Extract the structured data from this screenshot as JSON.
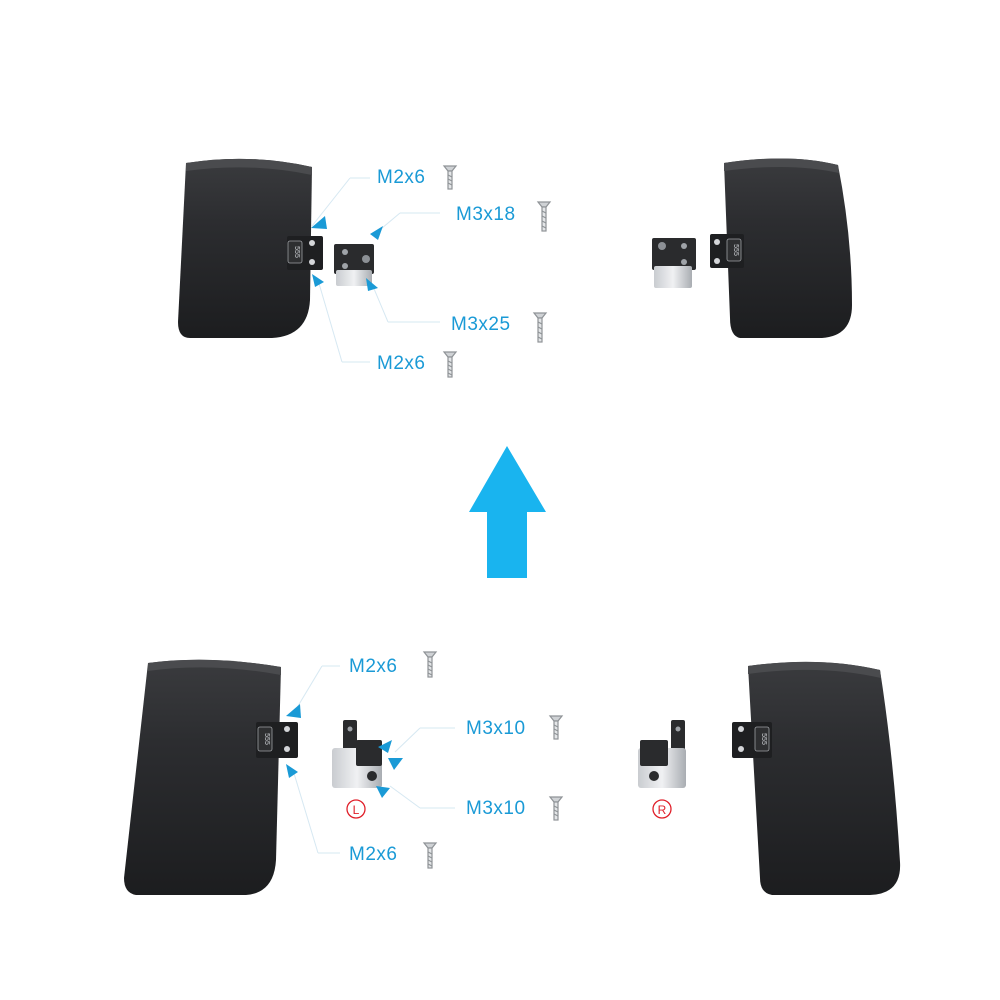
{
  "colors": {
    "accent": "#1a9ad6",
    "arrow": "#19b4ef",
    "panel": "#2b2c2e",
    "side_marker": "#e0202a"
  },
  "top_assembly": {
    "screws": [
      {
        "size": "M2x6",
        "icon": "screw-icon"
      },
      {
        "size": "M3x18",
        "icon": "screw-icon"
      },
      {
        "size": "M3x25",
        "icon": "screw-icon"
      },
      {
        "size": "M2x6",
        "icon": "screw-icon"
      }
    ]
  },
  "direction": {
    "icon": "up-arrow-icon"
  },
  "bottom_assembly": {
    "screws": [
      {
        "size": "M2x6",
        "icon": "screw-icon"
      },
      {
        "size": "M3x10",
        "icon": "screw-icon"
      },
      {
        "size": "M3x10",
        "icon": "screw-icon"
      },
      {
        "size": "M2x6",
        "icon": "screw-icon"
      }
    ],
    "left_marker": "L",
    "right_marker": "R"
  }
}
